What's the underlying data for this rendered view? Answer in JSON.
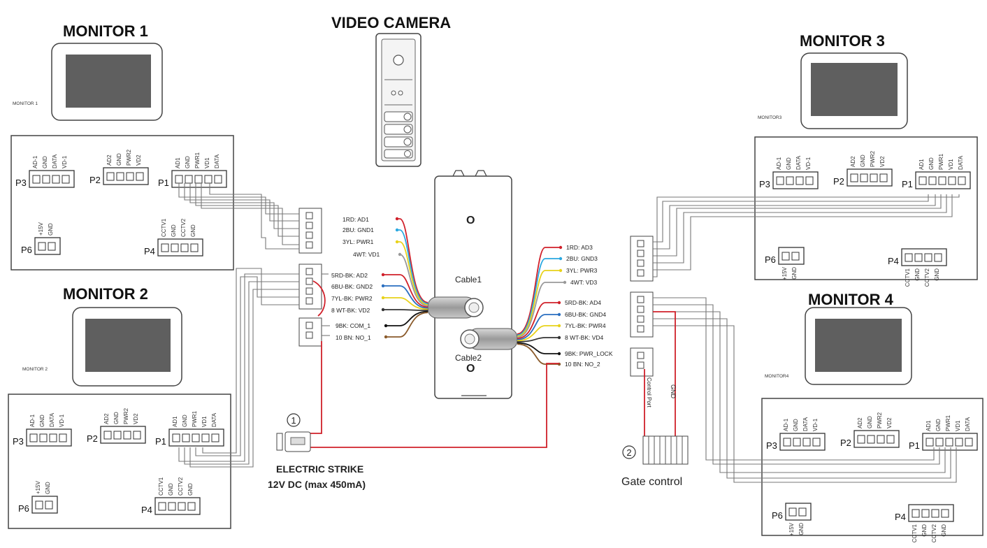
{
  "titles": {
    "camera": "VIDEO CAMERA",
    "monitor1": "MONITOR 1",
    "monitor2": "MONITOR 2",
    "monitor3": "MONITOR 3",
    "monitor4": "MONITOR 4"
  },
  "monitor_small_labels": {
    "m1": "MONITOR 1",
    "m2": "MONITOR 2",
    "m3": "MONITOR3",
    "m4": "MONITOR4"
  },
  "ports": {
    "p1": "P1",
    "p2": "P2",
    "p3": "P3",
    "p4": "P4",
    "p6": "P6",
    "p1_pins": [
      "AD1",
      "GND",
      "PWR1",
      "VD1",
      "DATA"
    ],
    "p2_pins": [
      "AD2",
      "GND",
      "PWR2",
      "VD2"
    ],
    "p3_pins": [
      "AD-1",
      "GND",
      "DATA",
      "VD-1"
    ],
    "p4_pins": [
      "CCTV1",
      "GND",
      "CCTV2",
      "GND"
    ],
    "p6_pins": [
      "+15V",
      "GND"
    ]
  },
  "camera_unit": {
    "cable1": "Cable1",
    "cable2": "Cable2",
    "mark_top": "O",
    "mark_bottom": "O"
  },
  "cable1_wires": [
    {
      "label": "1RD: AD1",
      "color": "#d0202a"
    },
    {
      "label": "2BU: GND1",
      "color": "#2aa8e0"
    },
    {
      "label": "3YL: PWR1",
      "color": "#e8d21a"
    },
    {
      "label": "4WT: VD1",
      "color": "#999999"
    },
    {
      "label": "5RD-BK: AD2",
      "color": "#d0202a"
    },
    {
      "label": "6BU-BK: GND2",
      "color": "#2a6fc0"
    },
    {
      "label": "7YL-BK: PWR2",
      "color": "#e8d21a"
    },
    {
      "label": "8 WT-BK: VD2",
      "color": "#333333"
    },
    {
      "label": "9BK: COM_1",
      "color": "#111111"
    },
    {
      "label": "10 BN: NO_1",
      "color": "#8a5a2a"
    }
  ],
  "cable2_wires": [
    {
      "label": "1RD: AD3",
      "color": "#d0202a"
    },
    {
      "label": "2BU: GND3",
      "color": "#2aa8e0"
    },
    {
      "label": "3YL: PWR3",
      "color": "#e8d21a"
    },
    {
      "label": "4WT: VD3",
      "color": "#999999"
    },
    {
      "label": "5RD-BK: AD4",
      "color": "#d0202a"
    },
    {
      "label": "6BU-BK: GND4",
      "color": "#2a6fc0"
    },
    {
      "label": "7YL-BK: PWR4",
      "color": "#e8d21a"
    },
    {
      "label": "8 WT-BK: VD4",
      "color": "#333333"
    },
    {
      "label": "9BK: PWR_LOCK",
      "color": "#111111"
    },
    {
      "label": "10 BN: NO_2",
      "color": "#8a5a2a"
    }
  ],
  "strike": {
    "number": "1",
    "title": "ELECTRIC STRIKE",
    "spec": "12V DC (max 450mA)"
  },
  "gate": {
    "number": "2",
    "title": "Gate control",
    "control_port": "Control Port",
    "gnd": "GND"
  },
  "colors": {
    "red": "#d0202a",
    "wire_gray": "#777777",
    "outline": "#333333",
    "screen": "#5f5f5f"
  }
}
